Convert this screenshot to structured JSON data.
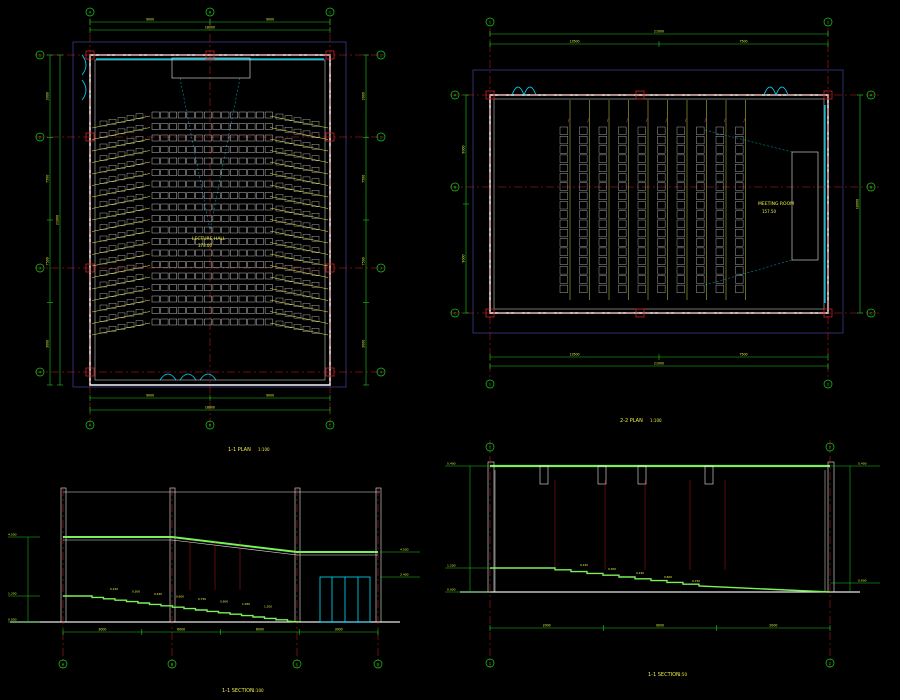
{
  "drawing": {
    "colors": {
      "background": "#000000",
      "dimension": "#18d018",
      "wall": "#e8e8e8",
      "seat": "#e8e8e8",
      "axis": "#d02020",
      "accent": "#00e0ff",
      "frame": "#3a3a8a",
      "text": "#f0f040",
      "stair": "#7cf05a",
      "magenta": "#ff3cff",
      "yellow": "#f0f040"
    },
    "plan_a": {
      "top_dim_labels": [
        "9000",
        "9000"
      ],
      "top_total": "18000",
      "side_dim_labels": [
        "3000",
        "7500",
        "7500",
        "3000"
      ],
      "side_total": "21000",
      "grid_top": [
        "A",
        "B",
        "C"
      ],
      "grid_left": [
        "1",
        "2",
        "3",
        "4"
      ],
      "room_label": "LECTURE HALL",
      "room_area": "378.00",
      "title": "1-1 PLAN",
      "scale": "1:100"
    },
    "plan_b": {
      "top_dim_labels": [
        "13500",
        "7500"
      ],
      "top_total": "21000",
      "side_dim_labels": [
        "9000",
        "9000"
      ],
      "side_total": "18000",
      "grid_top": [
        "1",
        "2"
      ],
      "grid_right": [
        "A",
        "B",
        "C"
      ],
      "room_label": "MEETING ROOM",
      "room_area": "157.50",
      "title": "2-2 PLAN",
      "scale": "1:100"
    },
    "section_a": {
      "left_level_labels": [
        "4.500",
        "1.200",
        "0.000"
      ],
      "right_level_labels": [
        "4.500",
        "2.400"
      ],
      "step_labels": [
        "0.150",
        "0.300",
        "0.450",
        "0.600",
        "0.750",
        "0.900",
        "1.050",
        "1.200"
      ],
      "bottom_dim_labels": [
        "3000",
        "6000",
        "6000",
        "3000"
      ],
      "grid_bottom": [
        "A",
        "B",
        "C",
        "D"
      ],
      "title": "1-1 SECTION",
      "scale": "1:100"
    },
    "section_b": {
      "left_level_labels": [
        "5.400",
        "1.200",
        "0.000"
      ],
      "right_level_labels": [
        "5.400",
        "0.600"
      ],
      "step_labels": [
        "0.150",
        "0.300",
        "0.450",
        "0.600",
        "0.750"
      ],
      "bottom_dim_labels": [
        "2000",
        "9000",
        "2000"
      ],
      "grid_bottom": [
        "1",
        "2"
      ],
      "title": "1-1 SECTION",
      "scale": "1:50"
    }
  }
}
